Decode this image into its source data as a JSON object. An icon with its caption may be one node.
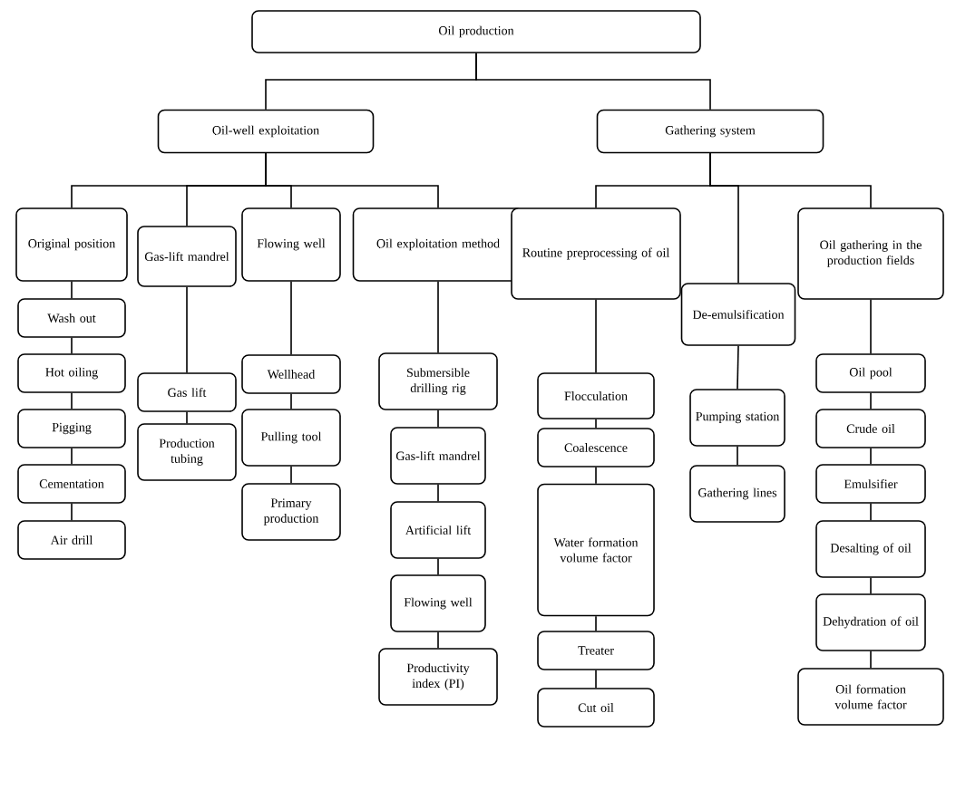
{
  "diagram": {
    "nodes": [
      {
        "text": [
          "Oil production"
        ]
      },
      {
        "text": [
          "Oil-well exploitation"
        ]
      },
      {
        "text": [
          "Gathering system"
        ]
      },
      {
        "text": [
          "Original position"
        ]
      },
      {
        "text": [
          "Gas-lift mandrel"
        ]
      },
      {
        "text": [
          "Flowing well"
        ]
      },
      {
        "text": [
          "Oil exploitation method"
        ]
      },
      {
        "text": [
          "Routine preprocessing of oil"
        ]
      },
      {
        "text": [
          "De-emulsification"
        ]
      },
      {
        "text": [
          "Oil gathering in the production fields"
        ]
      },
      {
        "text": [
          "Wash out"
        ]
      },
      {
        "text": [
          "Hot oiling"
        ]
      },
      {
        "text": [
          "Pigging"
        ]
      },
      {
        "text": [
          "Cementation"
        ]
      },
      {
        "text": [
          "Air drill"
        ]
      },
      {
        "text": [
          "Gas lift"
        ]
      },
      {
        "text": [
          "Production tubing"
        ]
      },
      {
        "text": [
          "Wellhead"
        ]
      },
      {
        "text": [
          "Pulling tool"
        ]
      },
      {
        "text": [
          "Primary production"
        ]
      },
      {
        "text": [
          "Submersible drilling rig"
        ]
      },
      {
        "text": [
          "Gas-lift mandrel"
        ]
      },
      {
        "text": [
          "Artificial lift"
        ]
      },
      {
        "text": [
          "Flowing well"
        ]
      },
      {
        "text": [
          "Productivity index (PI)"
        ]
      },
      {
        "text": [
          "Flocculation"
        ]
      },
      {
        "text": [
          "Coalescence"
        ]
      },
      {
        "text": [
          "Water formation volume factor"
        ]
      },
      {
        "text": [
          "Treater"
        ]
      },
      {
        "text": [
          "Cut oil"
        ]
      },
      {
        "text": [
          "Pumping station"
        ]
      },
      {
        "text": [
          "Gathering lines"
        ]
      },
      {
        "text": [
          "Oil pool"
        ]
      },
      {
        "text": [
          "Crude oil"
        ]
      },
      {
        "text": [
          "Emulsifier"
        ]
      },
      {
        "text": [
          "Desalting of oil"
        ]
      },
      {
        "text": [
          "Dehydration of oil"
        ]
      },
      {
        "text": [
          "Oil formation volume factor"
        ]
      }
    ],
    "edges": [
      {
        "from": 0,
        "to": 1,
        "arrow": "none"
      },
      {
        "from": 0,
        "to": 2,
        "arrow": "none"
      },
      {
        "from": 1,
        "to": 3,
        "arrow": "none"
      },
      {
        "from": 1,
        "to": 4,
        "arrow": "none"
      },
      {
        "from": 1,
        "to": 5,
        "arrow": "none"
      },
      {
        "from": 1,
        "to": 6,
        "arrow": "none"
      },
      {
        "from": 2,
        "to": 7,
        "arrow": "none"
      },
      {
        "from": 2,
        "to": 8,
        "arrow": "none"
      },
      {
        "from": 2,
        "to": 9,
        "arrow": "none"
      },
      {
        "from": 3,
        "to": 10,
        "arrow": "none"
      },
      {
        "from": 10,
        "to": 11,
        "arrow": "none"
      },
      {
        "from": 11,
        "to": 12,
        "arrow": "none"
      },
      {
        "from": 12,
        "to": 13,
        "arrow": "none"
      },
      {
        "from": 13,
        "to": 14,
        "arrow": "none"
      },
      {
        "from": 4,
        "to": 15,
        "arrow": "none"
      },
      {
        "from": 15,
        "to": 16,
        "arrow": "none"
      },
      {
        "from": 5,
        "to": 17,
        "arrow": "none"
      },
      {
        "from": 17,
        "to": 18,
        "arrow": "none"
      },
      {
        "from": 18,
        "to": 19,
        "arrow": "none"
      },
      {
        "from": 6,
        "to": 20,
        "arrow": "none"
      },
      {
        "from": 20,
        "to": 21,
        "arrow": "none"
      },
      {
        "from": 21,
        "to": 22,
        "arrow": "none"
      },
      {
        "from": 22,
        "to": 23,
        "arrow": "none"
      },
      {
        "from": 23,
        "to": 24,
        "arrow": "none"
      },
      {
        "from": 7,
        "to": 25,
        "arrow": "none"
      },
      {
        "from": 25,
        "to": 26,
        "arrow": "none"
      },
      {
        "from": 26,
        "to": 27,
        "arrow": "none"
      },
      {
        "from": 27,
        "to": 28,
        "arrow": "none"
      },
      {
        "from": 28,
        "to": 29,
        "arrow": "none"
      },
      {
        "from": 8,
        "to": 30,
        "arrow": "none"
      },
      {
        "from": 30,
        "to": 31,
        "arrow": "none"
      },
      {
        "from": 9,
        "to": 32,
        "arrow": "none"
      },
      {
        "from": 32,
        "to": 33,
        "arrow": "none"
      },
      {
        "from": 33,
        "to": 34,
        "arrow": "none"
      },
      {
        "from": 34,
        "to": 35,
        "arrow": "none"
      },
      {
        "from": 35,
        "to": 36,
        "arrow": "none"
      },
      {
        "from": 36,
        "to": 37,
        "arrow": "none"
      }
    ]
  }
}
